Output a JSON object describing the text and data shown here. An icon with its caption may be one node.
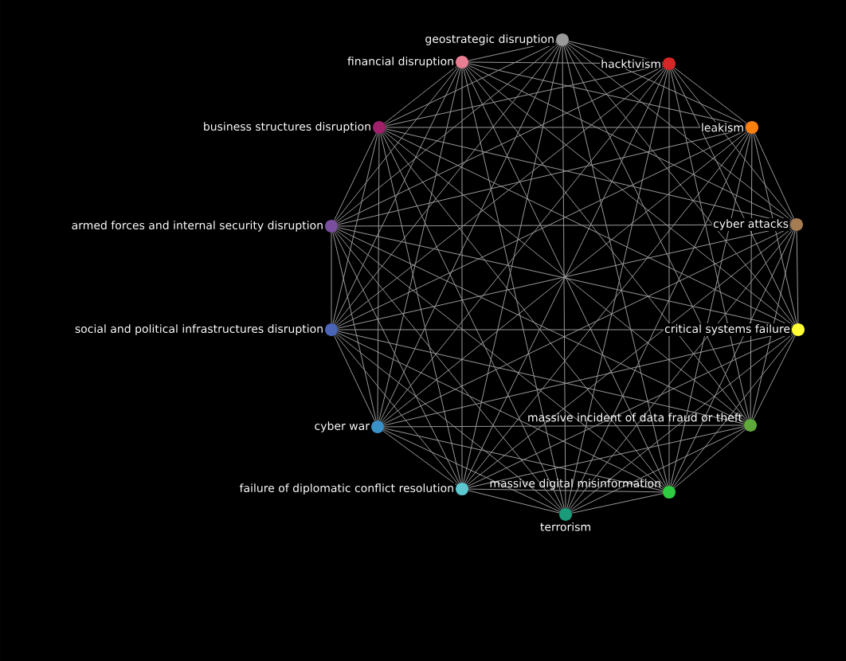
{
  "diagram": {
    "nodes": [
      {
        "text": [
          "geostrategic disruption"
        ]
      },
      {
        "text": [
          "hacktivism"
        ]
      },
      {
        "text": [
          "leakism"
        ]
      },
      {
        "text": [
          "cyber attacks"
        ]
      },
      {
        "text": [
          "critical systems failure"
        ]
      },
      {
        "text": [
          "massive incident of data fraud or theft"
        ]
      },
      {
        "text": [
          "massive digital misinformation"
        ]
      },
      {
        "text": [
          "terrorism"
        ]
      },
      {
        "text": [
          "failure of diplomatic conflict resolution"
        ]
      },
      {
        "text": [
          "cyber war"
        ]
      },
      {
        "text": [
          "social and political infrastructures disruption"
        ]
      },
      {
        "text": [
          "armed forces and internal security disruption"
        ]
      },
      {
        "text": [
          "business structures disruption"
        ]
      },
      {
        "text": [
          "financial disruption"
        ]
      }
    ],
    "edges": [
      {
        "from": 0,
        "to": 1,
        "arrow": "none"
      },
      {
        "from": 0,
        "to": 2,
        "arrow": "none"
      },
      {
        "from": 0,
        "to": 3,
        "arrow": "none"
      },
      {
        "from": 0,
        "to": 4,
        "arrow": "none"
      },
      {
        "from": 0,
        "to": 5,
        "arrow": "none"
      },
      {
        "from": 0,
        "to": 6,
        "arrow": "none"
      },
      {
        "from": 0,
        "to": 7,
        "arrow": "none"
      },
      {
        "from": 0,
        "to": 8,
        "arrow": "none"
      },
      {
        "from": 0,
        "to": 9,
        "arrow": "none"
      },
      {
        "from": 0,
        "to": 10,
        "arrow": "none"
      },
      {
        "from": 0,
        "to": 11,
        "arrow": "none"
      },
      {
        "from": 0,
        "to": 12,
        "arrow": "none"
      },
      {
        "from": 0,
        "to": 13,
        "arrow": "none"
      },
      {
        "from": 1,
        "to": 2,
        "arrow": "none"
      },
      {
        "from": 1,
        "to": 3,
        "arrow": "none"
      },
      {
        "from": 1,
        "to": 4,
        "arrow": "none"
      },
      {
        "from": 1,
        "to": 5,
        "arrow": "none"
      },
      {
        "from": 1,
        "to": 6,
        "arrow": "none"
      },
      {
        "from": 1,
        "to": 7,
        "arrow": "none"
      },
      {
        "from": 1,
        "to": 8,
        "arrow": "none"
      },
      {
        "from": 1,
        "to": 9,
        "arrow": "none"
      },
      {
        "from": 1,
        "to": 10,
        "arrow": "none"
      },
      {
        "from": 1,
        "to": 11,
        "arrow": "none"
      },
      {
        "from": 1,
        "to": 12,
        "arrow": "none"
      },
      {
        "from": 1,
        "to": 13,
        "arrow": "none"
      },
      {
        "from": 2,
        "to": 3,
        "arrow": "none"
      },
      {
        "from": 2,
        "to": 4,
        "arrow": "none"
      },
      {
        "from": 2,
        "to": 5,
        "arrow": "none"
      },
      {
        "from": 2,
        "to": 6,
        "arrow": "none"
      },
      {
        "from": 2,
        "to": 7,
        "arrow": "none"
      },
      {
        "from": 2,
        "to": 8,
        "arrow": "none"
      },
      {
        "from": 2,
        "to": 9,
        "arrow": "none"
      },
      {
        "from": 2,
        "to": 10,
        "arrow": "none"
      },
      {
        "from": 2,
        "to": 11,
        "arrow": "none"
      },
      {
        "from": 2,
        "to": 12,
        "arrow": "none"
      },
      {
        "from": 2,
        "to": 13,
        "arrow": "none"
      },
      {
        "from": 3,
        "to": 4,
        "arrow": "none"
      },
      {
        "from": 3,
        "to": 5,
        "arrow": "none"
      },
      {
        "from": 3,
        "to": 6,
        "arrow": "none"
      },
      {
        "from": 3,
        "to": 7,
        "arrow": "none"
      },
      {
        "from": 3,
        "to": 8,
        "arrow": "none"
      },
      {
        "from": 3,
        "to": 9,
        "arrow": "none"
      },
      {
        "from": 3,
        "to": 10,
        "arrow": "none"
      },
      {
        "from": 3,
        "to": 11,
        "arrow": "none"
      },
      {
        "from": 3,
        "to": 12,
        "arrow": "none"
      },
      {
        "from": 3,
        "to": 13,
        "arrow": "none"
      },
      {
        "from": 4,
        "to": 5,
        "arrow": "none"
      },
      {
        "from": 4,
        "to": 6,
        "arrow": "none"
      },
      {
        "from": 4,
        "to": 7,
        "arrow": "none"
      },
      {
        "from": 4,
        "to": 8,
        "arrow": "none"
      },
      {
        "from": 4,
        "to": 9,
        "arrow": "none"
      },
      {
        "from": 4,
        "to": 10,
        "arrow": "none"
      },
      {
        "from": 4,
        "to": 11,
        "arrow": "none"
      },
      {
        "from": 4,
        "to": 12,
        "arrow": "none"
      },
      {
        "from": 4,
        "to": 13,
        "arrow": "none"
      },
      {
        "from": 5,
        "to": 6,
        "arrow": "none"
      },
      {
        "from": 5,
        "to": 7,
        "arrow": "none"
      },
      {
        "from": 5,
        "to": 8,
        "arrow": "none"
      },
      {
        "from": 5,
        "to": 9,
        "arrow": "none"
      },
      {
        "from": 5,
        "to": 10,
        "arrow": "none"
      },
      {
        "from": 5,
        "to": 11,
        "arrow": "none"
      },
      {
        "from": 5,
        "to": 12,
        "arrow": "none"
      },
      {
        "from": 5,
        "to": 13,
        "arrow": "none"
      },
      {
        "from": 6,
        "to": 7,
        "arrow": "none"
      },
      {
        "from": 6,
        "to": 8,
        "arrow": "none"
      },
      {
        "from": 6,
        "to": 9,
        "arrow": "none"
      },
      {
        "from": 6,
        "to": 10,
        "arrow": "none"
      },
      {
        "from": 6,
        "to": 11,
        "arrow": "none"
      },
      {
        "from": 6,
        "to": 12,
        "arrow": "none"
      },
      {
        "from": 6,
        "to": 13,
        "arrow": "none"
      },
      {
        "from": 7,
        "to": 8,
        "arrow": "none"
      },
      {
        "from": 7,
        "to": 9,
        "arrow": "none"
      },
      {
        "from": 7,
        "to": 10,
        "arrow": "none"
      },
      {
        "from": 7,
        "to": 11,
        "arrow": "none"
      },
      {
        "from": 7,
        "to": 12,
        "arrow": "none"
      },
      {
        "from": 7,
        "to": 13,
        "arrow": "none"
      },
      {
        "from": 8,
        "to": 9,
        "arrow": "none"
      },
      {
        "from": 8,
        "to": 10,
        "arrow": "none"
      },
      {
        "from": 8,
        "to": 11,
        "arrow": "none"
      },
      {
        "from": 8,
        "to": 12,
        "arrow": "none"
      },
      {
        "from": 8,
        "to": 13,
        "arrow": "none"
      },
      {
        "from": 9,
        "to": 10,
        "arrow": "none"
      },
      {
        "from": 9,
        "to": 11,
        "arrow": "none"
      },
      {
        "from": 9,
        "to": 12,
        "arrow": "none"
      },
      {
        "from": 9,
        "to": 13,
        "arrow": "none"
      },
      {
        "from": 10,
        "to": 11,
        "arrow": "none"
      },
      {
        "from": 10,
        "to": 12,
        "arrow": "none"
      },
      {
        "from": 10,
        "to": 13,
        "arrow": "none"
      },
      {
        "from": 11,
        "to": 12,
        "arrow": "none"
      },
      {
        "from": 11,
        "to": 13,
        "arrow": "none"
      },
      {
        "from": 12,
        "to": 13,
        "arrow": "none"
      }
    ]
  }
}
